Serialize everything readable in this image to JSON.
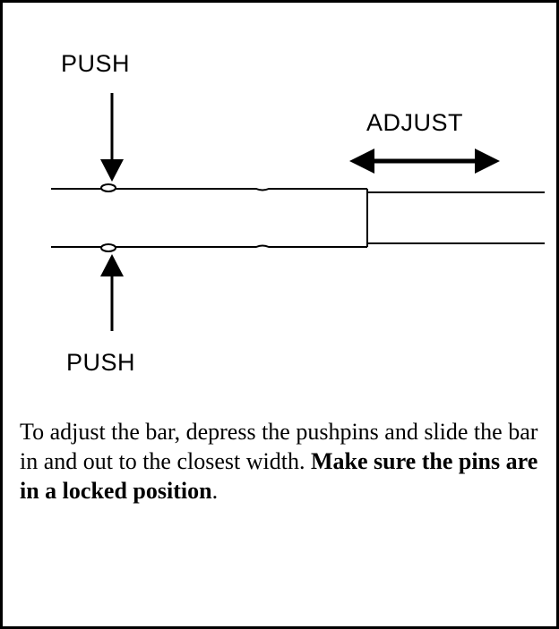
{
  "labels": {
    "push_top": "PUSH",
    "push_bottom": "PUSH",
    "adjust": "ADJUST"
  },
  "caption": {
    "normal": "To adjust the bar, depress the pushpins and slide the bar in and out to the closest width. ",
    "bold": "Make sure the pins are in a locked position",
    "end": "."
  },
  "colors": {
    "ink": "#000000",
    "background": "#ffffff"
  }
}
